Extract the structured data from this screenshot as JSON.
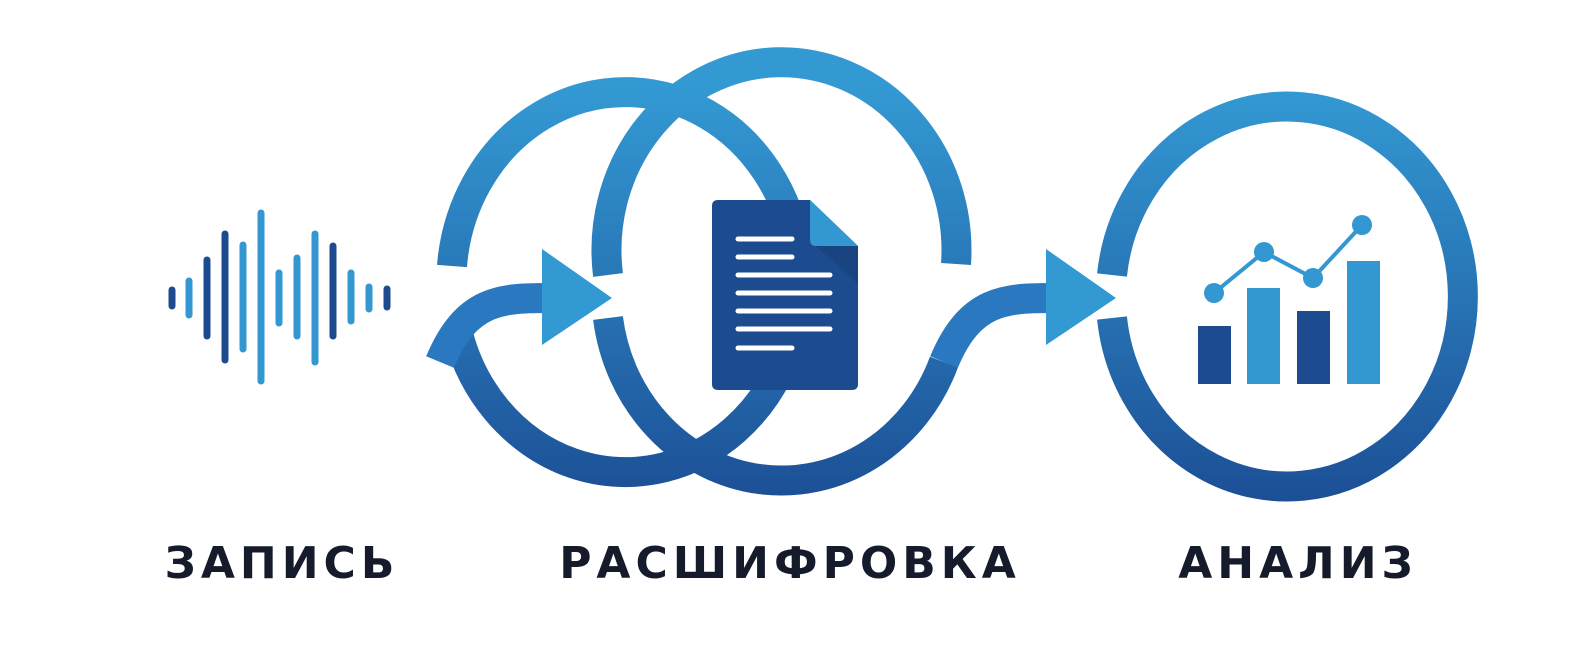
{
  "steps": [
    {
      "label": "ЗАПИСЬ",
      "icon": "sound-wave-icon"
    },
    {
      "label": "РАСШИФРОВКА",
      "icon": "document-icon"
    },
    {
      "label": "АНАЛИЗ",
      "icon": "bar-chart-icon"
    }
  ],
  "connectors": [
    "arrow-right",
    "arrow-right"
  ],
  "colors": {
    "ring_top": "#3399d3",
    "ring_bottom": "#1c4f96",
    "icon_dark": "#1d4b8f",
    "icon_light": "#3397d1",
    "text": "#161b2c",
    "background": "#ffffff"
  }
}
